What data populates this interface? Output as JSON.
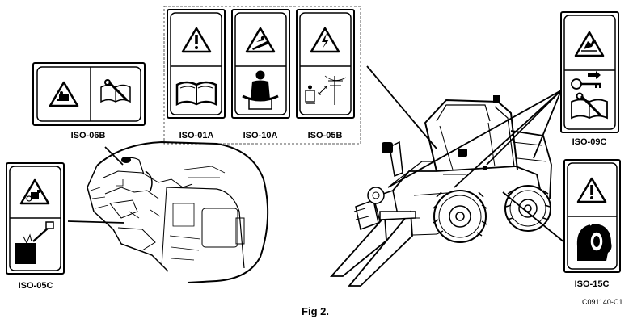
{
  "decals": {
    "iso_06b": "ISO-06B",
    "iso_01a": "ISO-01A",
    "iso_10a": "ISO-10A",
    "iso_05b": "ISO-05B",
    "iso_09c": "ISO-09C",
    "iso_05c": "ISO-05C",
    "iso_15c": "ISO-15C"
  },
  "figure": {
    "caption": "Fig 2.",
    "code": "C091140-C1"
  },
  "icons": [
    "warning-triangle-icon",
    "manual-book-icon",
    "operator-seat-icon",
    "tip-over-icon",
    "electrical-hazard-icon",
    "hydraulic-hazard-icon",
    "crush-hazard-icon",
    "hearing-protection-icon",
    "key-icon",
    "battery-icon"
  ]
}
